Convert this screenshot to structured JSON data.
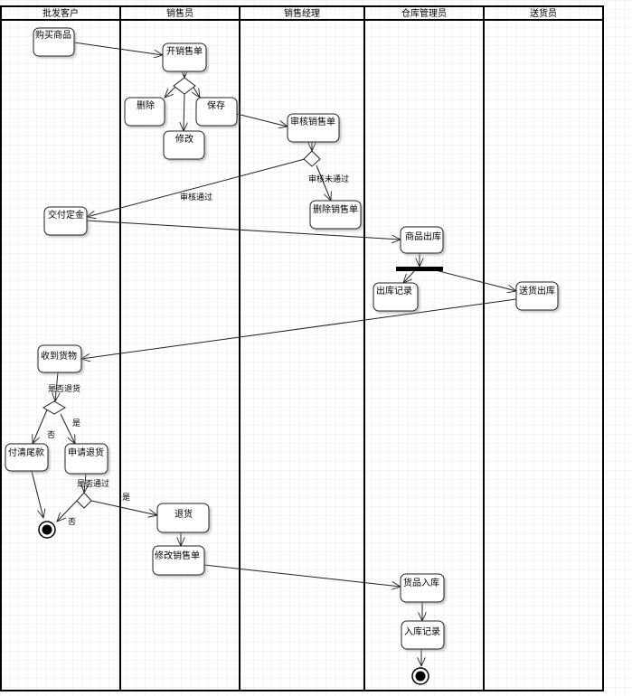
{
  "lanes": [
    "批发客户",
    "销售员",
    "销售经理",
    "仓库管理员",
    "送货员"
  ],
  "nodes": {
    "buy": "购买商品",
    "open_order": "开销售单",
    "delete": "删除",
    "save": "保存",
    "modify": "修改",
    "review": "审核销售单",
    "delete_order": "删除销售单",
    "deposit": "交付定金",
    "goods_out": "商品出库",
    "out_record": "出库记录",
    "deliver": "送货出库",
    "receive": "收到货物",
    "pay_balance": "付清尾款",
    "apply_return": "申请退货",
    "return_goods": "退货",
    "modify_order": "修改销售单",
    "goods_in": "货品入库",
    "in_record": "入库记录"
  },
  "labels": {
    "review_passed": "审核通过",
    "review_failed": "审核未通过",
    "return_question": "是否退货",
    "yes1": "是",
    "no1": "否",
    "pass_question": "是否通过",
    "yes2": "是",
    "no2": "否"
  }
}
